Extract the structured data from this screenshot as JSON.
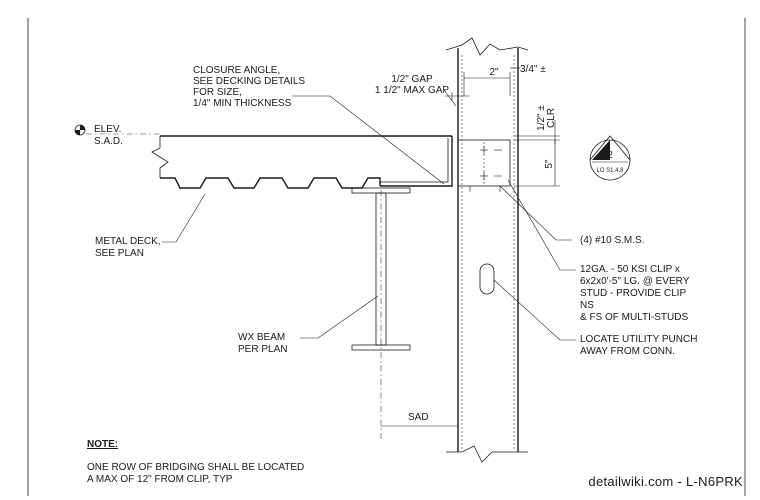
{
  "notes": {
    "closure_angle": [
      "CLOSURE ANGLE,",
      "SEE DECKING DETAILS",
      "FOR SIZE,",
      "1/4\" MIN THICKNESS"
    ],
    "gap": [
      "1/2\" GAP",
      "1 1/2\" MAX GAP"
    ],
    "dim_2in": "2\"",
    "dim_3_4": "3/4\" ±",
    "dim_half_clr": [
      "1/2\" ±",
      "CLR"
    ],
    "dim_5in": "5\"",
    "elev": [
      "ELEV.",
      "S.A.D."
    ],
    "metal_deck": [
      "METAL DECK,",
      "SEE PLAN"
    ],
    "sms": "(4) #10 S.M.S.",
    "clip": [
      "12GA. - 50 KSI CLIP x",
      "6x2x0'-5\" LG. @ EVERY",
      "STUD - PROVIDE CLIP",
      "NS",
      "& FS OF MULTI-STUDS"
    ],
    "utility": [
      "LOCATE UTILITY PUNCH",
      "AWAY FROM CONN."
    ],
    "wx_beam": [
      "WX BEAM",
      "PER PLAN"
    ],
    "sad": "SAD",
    "note_title": "NOTE:",
    "note_body": [
      "ONE ROW OF BRIDGING SHALL BE LOCATED",
      "A MAX OF 12\" FROM CLIP, TYP"
    ]
  },
  "section_marker": {
    "number": "2",
    "sheet": "LO S1.4.8"
  },
  "watermark": "detailwiki.com - L-N6PRK"
}
